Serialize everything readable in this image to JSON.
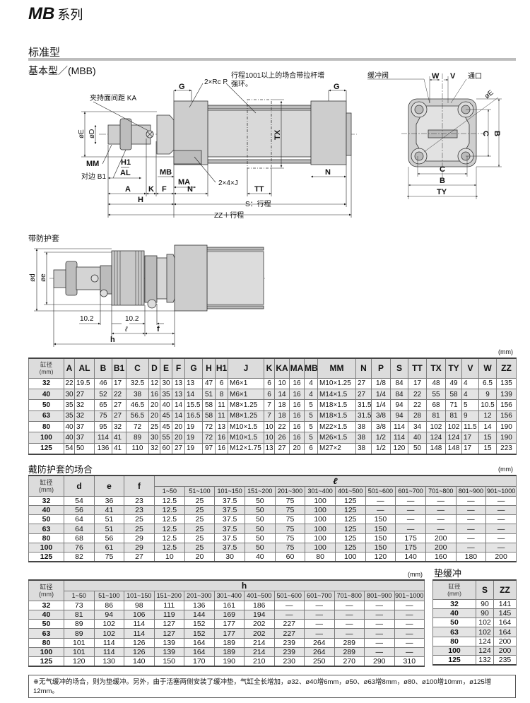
{
  "header": {
    "series": "MB",
    "suffix": "系列"
  },
  "section": "标准型",
  "basic": {
    "title": "基本型／(MBB)",
    "labels": {
      "G": "G",
      "rc_p": "2×Rc P",
      "note1": "行程1001以上的场合带拉杆增",
      "note2": "强环。",
      "ka": "夹持面间距 KA",
      "oE": "øE",
      "oD": "øD",
      "MM": "MM",
      "H1": "H1",
      "B1": "对边 B1",
      "AL": "AL",
      "MB": "MB",
      "MA": "MA",
      "J": "2×4×J",
      "N": "N",
      "TX": "TX",
      "TT": "TT",
      "A": "A",
      "K": "K",
      "F": "F",
      "H": "H",
      "S": "S：行程",
      "ZZ": "ZZ＋行程"
    },
    "end_view": {
      "cushion_valve": "缓冲阀",
      "W": "W",
      "V": "V",
      "port": "通口",
      "oE": "øE",
      "C": "C",
      "B": "B",
      "TY": "TY"
    }
  },
  "boot": {
    "title": "带防护套",
    "labels": {
      "od": "ød",
      "oe": "øe",
      "dim1": "10.2",
      "dim2": "10.2",
      "l": "ℓ",
      "f": "f",
      "h": "h"
    }
  },
  "table_main": {
    "unit": "(mm)",
    "bore_label": "缸径",
    "bore_unit": "(mm)",
    "columns": [
      "A",
      "AL",
      "B",
      "B1",
      "C",
      "D",
      "E",
      "F",
      "G",
      "H",
      "H1",
      "J",
      "K",
      "KA",
      "MA",
      "MB",
      "MM",
      "N",
      "P",
      "S",
      "TT",
      "TX",
      "TY",
      "V",
      "W",
      "ZZ"
    ],
    "rows": [
      [
        "32",
        "22",
        "19.5",
        "46",
        "17",
        "32.5",
        "12",
        "30",
        "13",
        "13",
        "47",
        "6",
        "M6×1",
        "6",
        "10",
        "16",
        "4",
        "M10×1.25",
        "27",
        "1/8",
        "84",
        "17",
        "48",
        "49",
        "4",
        "6.5",
        "135"
      ],
      [
        "40",
        "30",
        "27",
        "52",
        "22",
        "38",
        "16",
        "35",
        "13",
        "14",
        "51",
        "8",
        "M6×1",
        "6",
        "14",
        "16",
        "4",
        "M14×1.5",
        "27",
        "1/4",
        "84",
        "22",
        "55",
        "58",
        "4",
        "9",
        "139"
      ],
      [
        "50",
        "35",
        "32",
        "65",
        "27",
        "46.5",
        "20",
        "40",
        "14",
        "15.5",
        "58",
        "11",
        "M8×1.25",
        "7",
        "18",
        "16",
        "5",
        "M18×1.5",
        "31.5",
        "1/4",
        "94",
        "22",
        "68",
        "71",
        "5",
        "10.5",
        "156"
      ],
      [
        "63",
        "35",
        "32",
        "75",
        "27",
        "56.5",
        "20",
        "45",
        "14",
        "16.5",
        "58",
        "11",
        "M8×1.25",
        "7",
        "18",
        "16",
        "5",
        "M18×1.5",
        "31.5",
        "3/8",
        "94",
        "28",
        "81",
        "81",
        "9",
        "12",
        "156"
      ],
      [
        "80",
        "40",
        "37",
        "95",
        "32",
        "72",
        "25",
        "45",
        "20",
        "19",
        "72",
        "13",
        "M10×1.5",
        "10",
        "22",
        "16",
        "5",
        "M22×1.5",
        "38",
        "3/8",
        "114",
        "34",
        "102",
        "102",
        "11.5",
        "14",
        "190"
      ],
      [
        "100",
        "40",
        "37",
        "114",
        "41",
        "89",
        "30",
        "55",
        "20",
        "19",
        "72",
        "16",
        "M10×1.5",
        "10",
        "26",
        "16",
        "5",
        "M26×1.5",
        "38",
        "1/2",
        "114",
        "40",
        "124",
        "124",
        "17",
        "15",
        "190"
      ],
      [
        "125",
        "54",
        "50",
        "136",
        "41",
        "110",
        "32",
        "60",
        "27",
        "19",
        "97",
        "16",
        "M12×1.75",
        "13",
        "27",
        "20",
        "6",
        "M27×2",
        "38",
        "1/2",
        "120",
        "50",
        "148",
        "148",
        "17",
        "15",
        "223"
      ]
    ]
  },
  "table_boot": {
    "title": "戴防护套的场合",
    "unit": "(mm)",
    "bore_label": "缸径",
    "bore_unit": "(mm)",
    "fixed_columns": [
      "d",
      "e",
      "f"
    ],
    "group_label": "ℓ",
    "ranges": [
      "1~50",
      "51~100",
      "101~150",
      "151~200",
      "201~300",
      "301~400",
      "401~500",
      "501~600",
      "601~700",
      "701~800",
      "801~900",
      "901~1000"
    ],
    "rows": [
      [
        "32",
        "54",
        "36",
        "23",
        "12.5",
        "25",
        "37.5",
        "50",
        "75",
        "100",
        "125",
        "—",
        "—",
        "—",
        "—",
        "—"
      ],
      [
        "40",
        "56",
        "41",
        "23",
        "12.5",
        "25",
        "37.5",
        "50",
        "75",
        "100",
        "125",
        "—",
        "—",
        "—",
        "—",
        "—"
      ],
      [
        "50",
        "64",
        "51",
        "25",
        "12.5",
        "25",
        "37.5",
        "50",
        "75",
        "100",
        "125",
        "150",
        "—",
        "—",
        "—",
        "—"
      ],
      [
        "63",
        "64",
        "51",
        "25",
        "12.5",
        "25",
        "37.5",
        "50",
        "75",
        "100",
        "125",
        "150",
        "—",
        "—",
        "—",
        "—"
      ],
      [
        "80",
        "68",
        "56",
        "29",
        "12.5",
        "25",
        "37.5",
        "50",
        "75",
        "100",
        "125",
        "150",
        "175",
        "200",
        "—",
        "—"
      ],
      [
        "100",
        "76",
        "61",
        "29",
        "12.5",
        "25",
        "37.5",
        "50",
        "75",
        "100",
        "125",
        "150",
        "175",
        "200",
        "—",
        "—"
      ],
      [
        "125",
        "82",
        "75",
        "27",
        "10",
        "20",
        "30",
        "40",
        "60",
        "80",
        "100",
        "120",
        "140",
        "160",
        "180",
        "200"
      ]
    ]
  },
  "table_h": {
    "unit": "(mm)",
    "bore_label": "缸径",
    "bore_unit": "(mm)",
    "group_label": "h",
    "ranges": [
      "1~50",
      "51~100",
      "101~150",
      "151~200",
      "201~300",
      "301~400",
      "401~500",
      "501~600",
      "601~700",
      "701~800",
      "801~900",
      "901~1000"
    ],
    "rows": [
      [
        "32",
        "73",
        "86",
        "98",
        "111",
        "136",
        "161",
        "186",
        "—",
        "—",
        "—",
        "—",
        "—"
      ],
      [
        "40",
        "81",
        "94",
        "106",
        "119",
        "144",
        "169",
        "194",
        "—",
        "—",
        "—",
        "—",
        "—"
      ],
      [
        "50",
        "89",
        "102",
        "114",
        "127",
        "152",
        "177",
        "202",
        "227",
        "—",
        "—",
        "—",
        "—"
      ],
      [
        "63",
        "89",
        "102",
        "114",
        "127",
        "152",
        "177",
        "202",
        "227",
        "—",
        "—",
        "—",
        "—"
      ],
      [
        "80",
        "101",
        "114",
        "126",
        "139",
        "164",
        "189",
        "214",
        "239",
        "264",
        "289",
        "—",
        "—"
      ],
      [
        "100",
        "101",
        "114",
        "126",
        "139",
        "164",
        "189",
        "214",
        "239",
        "264",
        "289",
        "—",
        "—"
      ],
      [
        "125",
        "120",
        "130",
        "140",
        "150",
        "170",
        "190",
        "210",
        "230",
        "250",
        "270",
        "290",
        "310"
      ]
    ]
  },
  "table_cushion": {
    "title": "垫缓冲",
    "bore_label": "缸径",
    "bore_unit": "(mm)",
    "columns": [
      "S",
      "ZZ"
    ],
    "rows": [
      [
        "32",
        "90",
        "141"
      ],
      [
        "40",
        "90",
        "145"
      ],
      [
        "50",
        "102",
        "164"
      ],
      [
        "63",
        "102",
        "164"
      ],
      [
        "80",
        "124",
        "200"
      ],
      [
        "100",
        "124",
        "200"
      ],
      [
        "125",
        "132",
        "235"
      ]
    ]
  },
  "note": "※无气缓冲的场合，则为垫缓冲。另外，由于活塞两侧安装了缓冲垫，气缸全长增加，ø32、ø40增6mm，ø50、ø63增8mm，ø80、ø100增10mm，ø125增12mm。"
}
